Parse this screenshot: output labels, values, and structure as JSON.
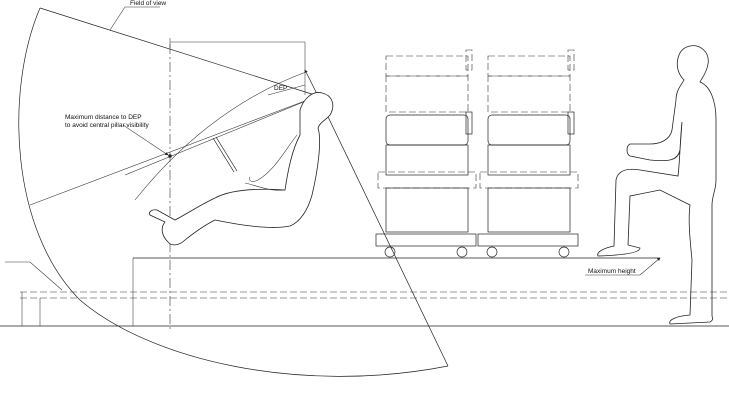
{
  "labels": {
    "field_of_view": "Field of view",
    "max_distance_line1": "Maximum distance to DEP",
    "max_distance_line2": "to avoid central pillar visibility",
    "dep": "DEP",
    "maximum_height": "Maximum height"
  }
}
